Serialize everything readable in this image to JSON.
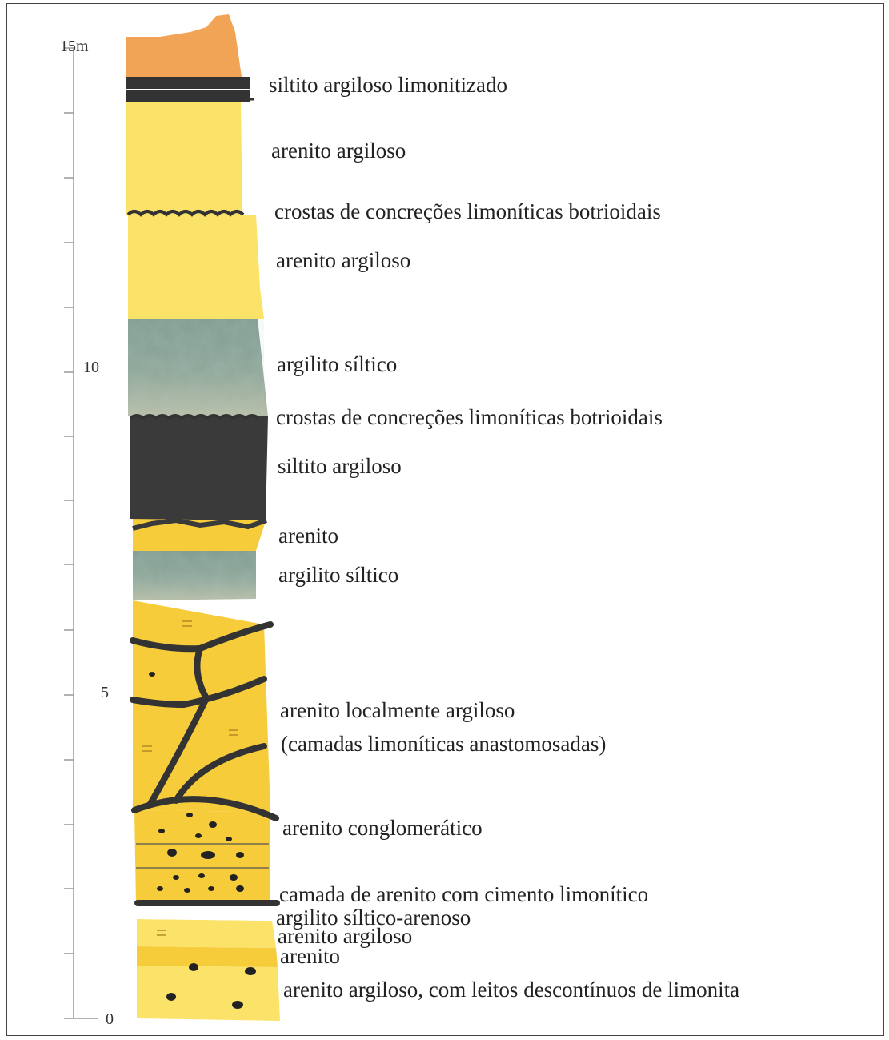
{
  "scale": {
    "ticks": [
      {
        "text": "15m"
      },
      {
        "text": "10"
      },
      {
        "text": "5"
      },
      {
        "text": "0"
      }
    ]
  },
  "layers": [
    "siltito argiloso limonitizado",
    "arenito argiloso",
    "crostas de concreções limoníticas botrioidais",
    "arenito argiloso",
    "argilito síltico",
    "crostas de concreções limoníticas botrioidais",
    "siltito argiloso",
    "arenito",
    "argilito síltico",
    "arenito localmente argiloso",
    "(camadas limoníticas anastomosadas)",
    "arenito conglomerático",
    "camada de arenito com cimento limonítico",
    "argilito síltico-arenoso",
    "arenito argiloso",
    "arenito",
    "arenito argiloso, com leitos descontínuos de limonita"
  ],
  "colors": {
    "yellow": "#fbe36a",
    "dark_yellow": "#f7cc3a",
    "green_gray": "#8aa394",
    "black": "#3a3a3a",
    "orange": "#f2a456"
  }
}
